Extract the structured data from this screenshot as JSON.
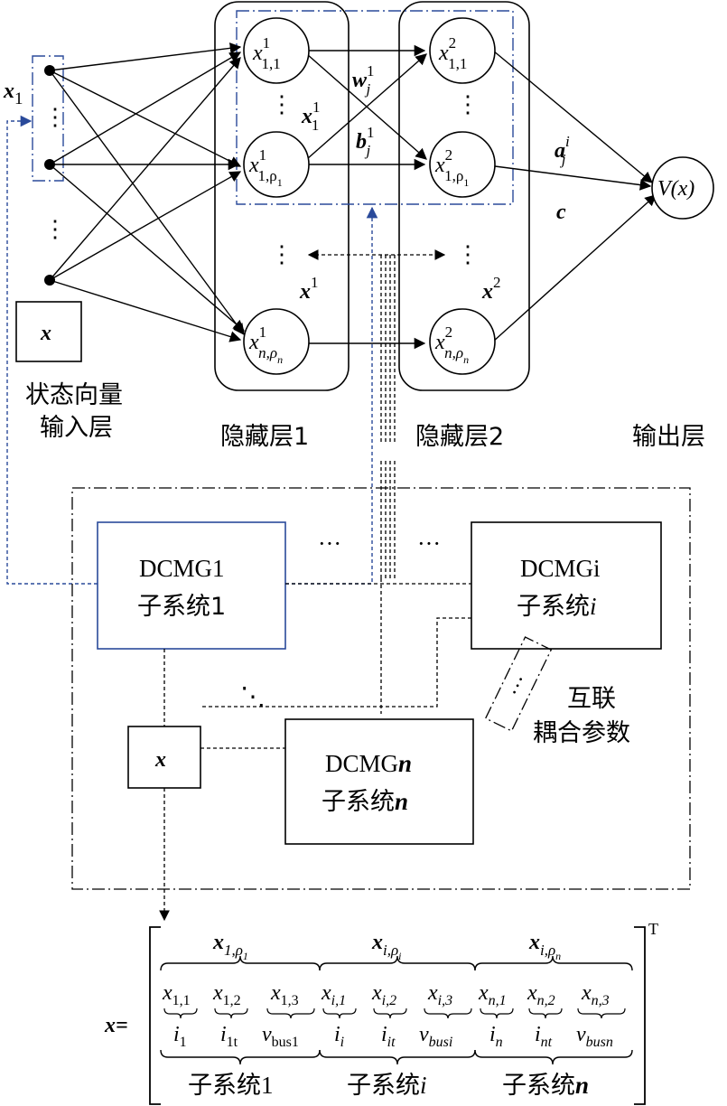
{
  "input_layer": {
    "label_line1": "状态向量",
    "label_line2": "输入层",
    "x_box": "x",
    "x1": "x",
    "x1_sub": "1",
    "dots": "⋮"
  },
  "hidden1": {
    "label": "隐藏层1",
    "group": "x",
    "group_sup": "1",
    "sub_group": "x",
    "sub_group_sub": "1",
    "sub_group_sup": "1",
    "nodes": [
      {
        "base": "x",
        "sup": "1",
        "sub": "1,1"
      },
      {
        "base": "x",
        "sup": "1",
        "sub": "1,ρ",
        "subsub": "1"
      },
      {
        "base": "x",
        "sup": "1",
        "sub": "n,ρ",
        "subsub": "n"
      }
    ],
    "dots": "⋮"
  },
  "hidden2": {
    "label": "隐藏层2",
    "group": "x",
    "group_sup": "2",
    "nodes": [
      {
        "base": "x",
        "sup": "2",
        "sub": "1,1"
      },
      {
        "base": "x",
        "sup": "2",
        "sub": "1,ρ",
        "subsub": "1"
      },
      {
        "base": "x",
        "sup": "2",
        "sub": "n,ρ",
        "subsub": "n"
      }
    ],
    "dots": "⋮"
  },
  "weights": {
    "w": "w",
    "w_sub": "j",
    "w_sup": "1",
    "b": "b",
    "b_sub": "j",
    "b_sup": "1",
    "a": "a",
    "a_sub": "j",
    "a_sup": "i",
    "c": "c"
  },
  "output": {
    "label": "输出层",
    "node": "V(x)"
  },
  "subsystems": {
    "s1_line1": "DCMG1",
    "s1_line2": "子系统1",
    "si_line1": "DCMGi",
    "si_line2_cjk": "子系统",
    "si_line2_var": "i",
    "sn_line1_text": "DCMG",
    "sn_line1_var": "n",
    "sn_line2_cjk": "子系统",
    "sn_line2_var": "n",
    "x_box": "x",
    "hdots": "···",
    "ddots": "⋱",
    "coupling_line1": "互联",
    "coupling_line2": "耦合参数",
    "coupling_dots": "···"
  },
  "vector": {
    "lhs": "x=",
    "transpose": "T",
    "groups": [
      {
        "base": "x",
        "sub": "1,ρ",
        "subsub": "1"
      },
      {
        "base": "x",
        "sub": "i,ρ",
        "subsub": "i"
      },
      {
        "base": "x",
        "sub": "i,ρ",
        "subsub": "n"
      }
    ],
    "elements": [
      {
        "base": "x",
        "sub": "1,1",
        "phys": "i",
        "phys_sub": "1"
      },
      {
        "base": "x",
        "sub": "1,2",
        "phys": "i",
        "phys_sub": "1t"
      },
      {
        "base": "x",
        "sub": "1,3",
        "phys": "v",
        "phys_sub": "bus1"
      },
      {
        "base": "x",
        "sub": "i,1",
        "phys": "i",
        "phys_sub": "i"
      },
      {
        "base": "x",
        "sub": "i,2",
        "phys": "i",
        "phys_sub": "it"
      },
      {
        "base": "x",
        "sub": "i,3",
        "phys": "v",
        "phys_sub": "busi"
      },
      {
        "base": "x",
        "sub": "n,1",
        "phys": "i",
        "phys_sub": "n"
      },
      {
        "base": "x",
        "sub": "n,2",
        "phys": "i",
        "phys_sub": "nt"
      },
      {
        "base": "x",
        "sub": "n,3",
        "phys": "v",
        "phys_sub": "busn"
      }
    ],
    "subsystem_labels": [
      {
        "cjk": "子系统",
        "var": "1"
      },
      {
        "cjk": "子系统",
        "var": "i"
      },
      {
        "cjk": "子系统",
        "var": "n"
      }
    ]
  },
  "colors": {
    "line": "#000000",
    "accent_blue": "#2a4a9a",
    "background": "#ffffff"
  }
}
